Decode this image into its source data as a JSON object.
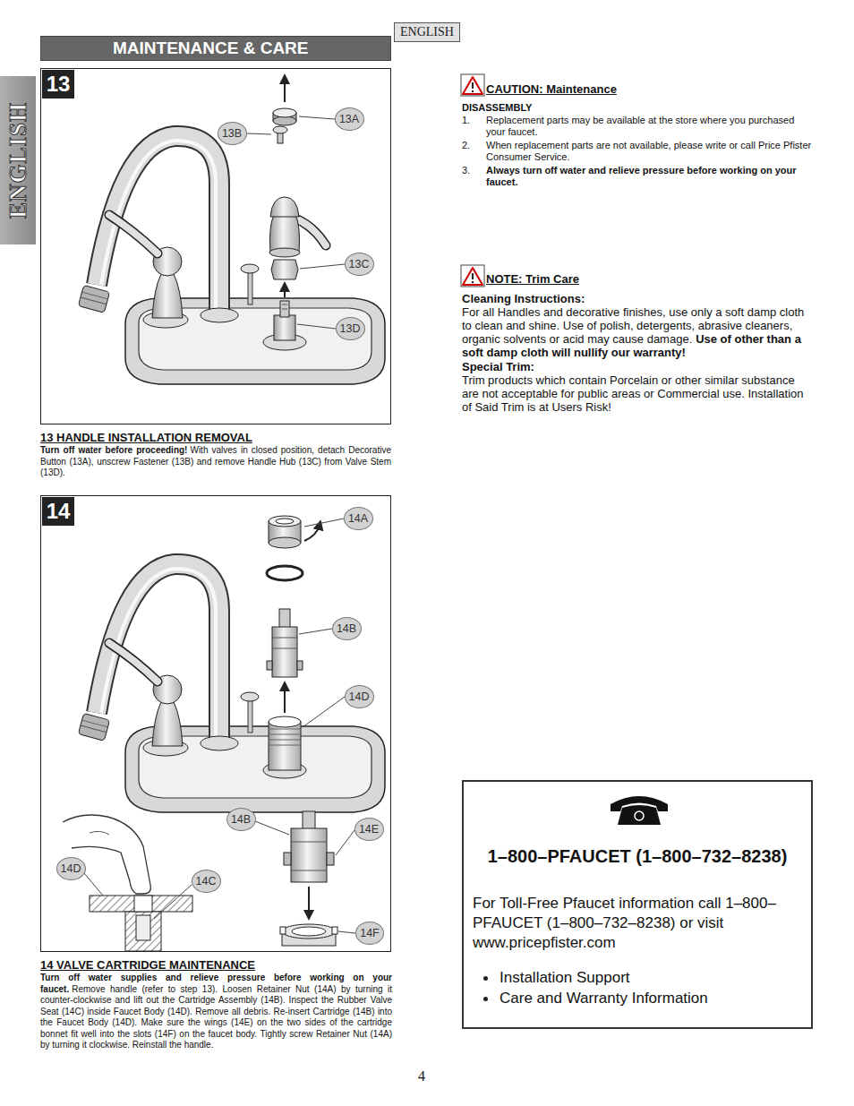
{
  "diagram": {
    "nodes": [
      {
        "text": [
          "MAINTENANCE & CARE"
        ]
      },
      {
        "text": [
          "ENGLISH"
        ]
      },
      {
        "text": [
          "ENGLISH"
        ]
      },
      {
        "text": [
          "13"
        ]
      },
      {
        "text": [
          "13A"
        ],
        "in": 3
      },
      {
        "text": [
          "13B"
        ],
        "in": 3
      },
      {
        "text": [
          "13C"
        ],
        "in": 3
      },
      {
        "text": [
          "13D"
        ],
        "in": 3
      },
      {
        "text": [
          "14"
        ]
      },
      {
        "text": [
          "14A"
        ],
        "in": 8
      },
      {
        "text": [
          "14B"
        ],
        "in": 8
      },
      {
        "text": [
          "14D"
        ],
        "in": 8
      },
      {
        "text": [
          "14B"
        ],
        "in": 8
      },
      {
        "text": [
          "14E"
        ],
        "in": 8
      },
      {
        "text": [
          "14D"
        ],
        "in": 8
      },
      {
        "text": [
          "14C"
        ],
        "in": 8
      },
      {
        "text": [
          "14F"
        ],
        "in": 8
      },
      {
        "text": [
          "1–800–PFAUCET (1–800–732–8238)",
          "For Toll-Free Pfaucet information call 1–800–PFAUCET (1–800–732–8238) or visit www.pricepfister.com",
          "Installation Support",
          "Care and Warranty Information"
        ]
      }
    ],
    "labels": [
      "13 HANDLE INSTALLATION REMOVAL",
      "Turn off water before proceeding!",
      "With valves in closed position, detach Decorative Button (13A), unscrew Fastener (13B) and remove Handle Hub (13C) from Valve Stem (13D).",
      "14 VALVE CARTRIDGE MAINTENANCE",
      "Turn off water supplies and relieve pressure before working on your faucet.",
      "Remove handle (refer to step 13). Loosen Retainer Nut (14A) by turning it counter-clockwise and lift out the Cartridge Assembly (14B). Inspect the Rubber Valve Seat (14C) inside Faucet Body (14D). Remove all debris. Re-insert Cartridge (14B) into the Faucet Body (14D). Make sure the wings (14E) on the two sides of the cartridge bonnet fit well into the slots (14F) on the faucet body. Tightly screw Retainer Nut (14A) by turning it clockwise. Reinstall the handle.",
      "CAUTION: Maintenance",
      "DISASSEMBLY",
      "1.",
      "Replacement parts may be available at the store where you purchased your faucet.",
      "2.",
      "When replacement parts are not available, please write or call Price Pfister Consumer Service.",
      "3.",
      "Always turn off water and relieve pressure before working on your faucet.",
      "NOTE: Trim Care",
      "Cleaning Instructions:",
      "For all Handles and decorative finishes, use only a soft damp cloth to clean and shine. Use of polish, detergents, abrasive cleaners, organic solvents or acid may cause damage.",
      "Use of other than a soft damp cloth will nullify our warranty!",
      "Special Trim:",
      "Trim products which contain Porcelain or other similar substance are not acceptable for public areas or Commercial use. Installation of Said Trim is at Users Risk!",
      "4"
    ]
  }
}
